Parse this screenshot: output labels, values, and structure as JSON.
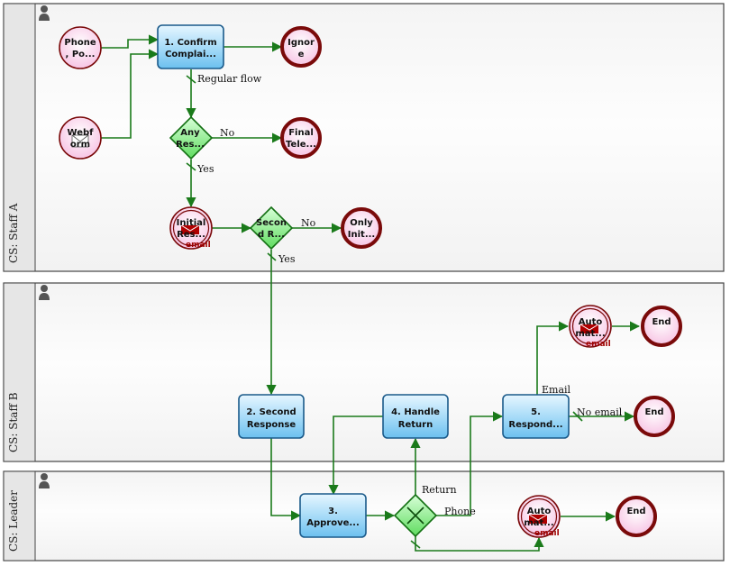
{
  "lanes": [
    {
      "id": "staff_a",
      "label": "CS: Staff A"
    },
    {
      "id": "staff_b",
      "label": "CS: Staff B"
    },
    {
      "id": "leader",
      "label": "CS: Leader"
    }
  ],
  "nodes": {
    "phone": {
      "lines": [
        "Phone",
        ", Po..."
      ]
    },
    "webform": {
      "lines": [
        "Webf",
        "orm"
      ]
    },
    "confirm": {
      "lines": [
        "1. Confirm",
        "Complai..."
      ]
    },
    "ignore": {
      "lines": [
        "Ignor",
        "e"
      ]
    },
    "any_res": {
      "lines": [
        "Any",
        "Res..."
      ]
    },
    "final_tele": {
      "lines": [
        "Final",
        "Tele..."
      ]
    },
    "initial_res": {
      "lines": [
        "Initial",
        "Res..."
      ],
      "tag": "email"
    },
    "second_r": {
      "lines": [
        "Secon",
        "d R..."
      ]
    },
    "only_init": {
      "lines": [
        "Only",
        "Init..."
      ]
    },
    "second_response": {
      "lines": [
        "2. Second",
        "Response"
      ]
    },
    "handle_return": {
      "lines": [
        "4. Handle",
        "Return"
      ]
    },
    "respond": {
      "lines": [
        "5.",
        "Respond..."
      ]
    },
    "auto_b": {
      "lines": [
        "Auto",
        "mat..."
      ],
      "tag": "email"
    },
    "end_b1": {
      "lines": [
        "End"
      ]
    },
    "end_b2": {
      "lines": [
        "End"
      ]
    },
    "approve": {
      "lines": [
        "3.",
        "Approve..."
      ]
    },
    "auto_l": {
      "lines": [
        "Auto",
        "mat..."
      ],
      "tag": "email"
    },
    "end_l": {
      "lines": [
        "End"
      ]
    }
  },
  "edge_labels": {
    "regular_flow": "Regular flow",
    "no_1": "No",
    "yes_1": "Yes",
    "no_2": "No",
    "yes_2": "Yes",
    "email": "Email",
    "no_email": "No email",
    "return": "Return",
    "phone": "Phone"
  },
  "colors": {
    "flow": "#1a7a1a",
    "event_stroke": "#7a0a0a",
    "event_fill": "#fbd9ee",
    "task_fill": "#9dd8f7",
    "task_stroke": "#1a5a8a",
    "gateway_fill": "#8ef08e",
    "gateway_stroke": "#147014",
    "lane_header": "#e8e8e8",
    "mail_icon": "#b00000"
  }
}
